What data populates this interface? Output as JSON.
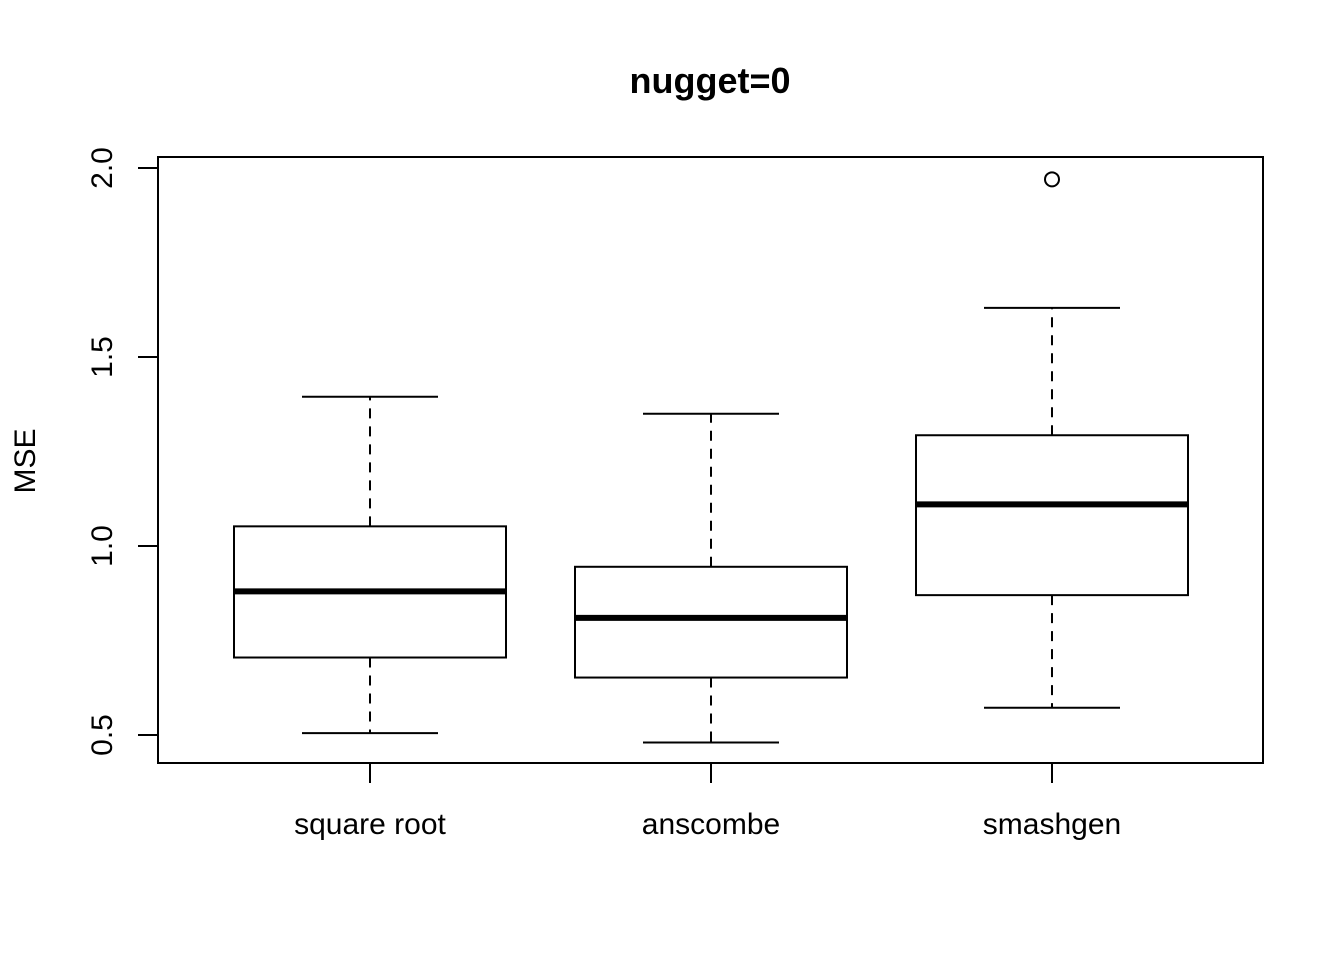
{
  "chart_data": {
    "type": "boxplot",
    "title": "nugget=0",
    "xlabel": "",
    "ylabel": "MSE",
    "categories": [
      "square root",
      "anscombe",
      "smashgen"
    ],
    "yticks": [
      0.5,
      1.0,
      1.5,
      2.0
    ],
    "ytick_labels": [
      "0.5",
      "1.0",
      "1.5",
      "2.0"
    ],
    "ylim": [
      0.42,
      2.03
    ],
    "grid": false,
    "boxes": [
      {
        "category": "square root",
        "whisker_low": 0.505,
        "q1": 0.705,
        "median": 0.88,
        "q3": 1.052,
        "whisker_high": 1.395,
        "outliers": []
      },
      {
        "category": "anscombe",
        "whisker_low": 0.48,
        "q1": 0.652,
        "median": 0.81,
        "q3": 0.945,
        "whisker_high": 1.35,
        "outliers": []
      },
      {
        "category": "smashgen",
        "whisker_low": 0.572,
        "q1": 0.87,
        "median": 1.11,
        "q3": 1.293,
        "whisker_high": 1.63,
        "outliers": [
          1.97
        ]
      }
    ],
    "colors": {
      "stroke": "#000000",
      "fill": "#ffffff"
    }
  }
}
